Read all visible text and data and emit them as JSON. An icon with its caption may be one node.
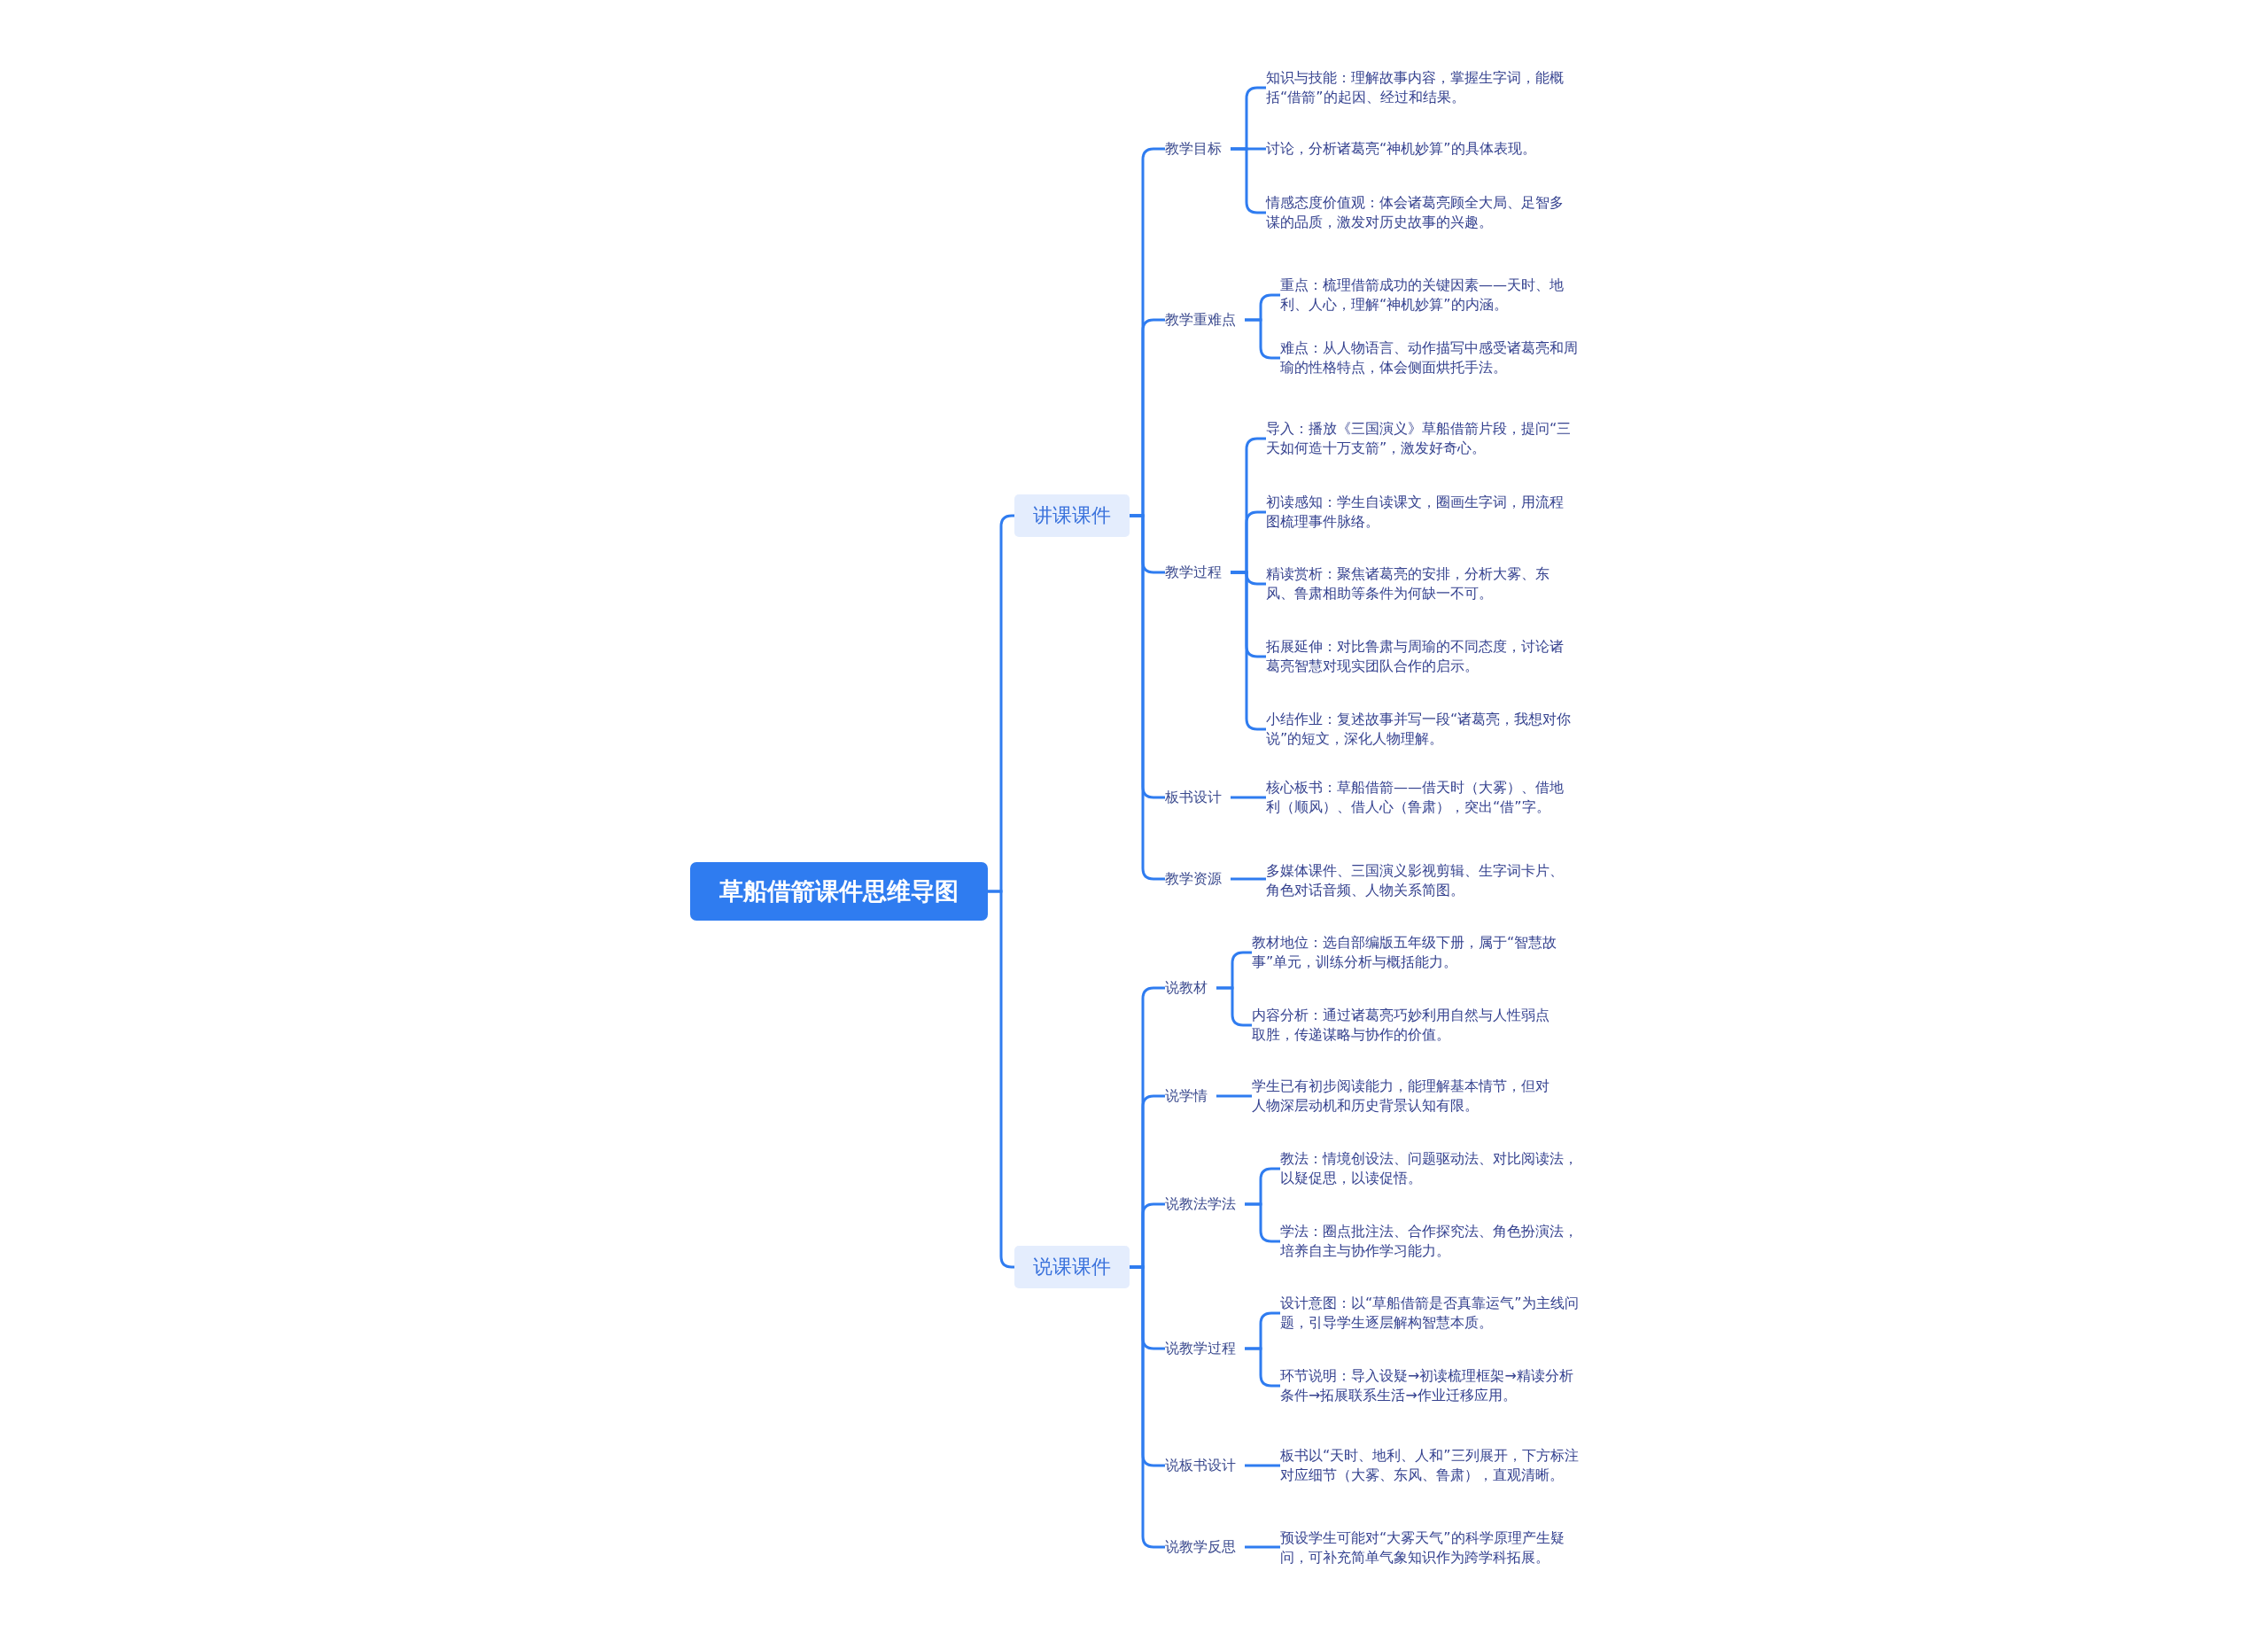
{
  "diagram": {
    "nodes": [
      {
        "text": [
          "草船借箭课件思维导图"
        ]
      },
      {
        "text": [
          "讲课课件"
        ]
      },
      {
        "text": [
          "教学目标"
        ]
      },
      {
        "text": [
          "知识与技能：理解故事内容，掌握生字词，能概括“借箭”的起因、经过和结果。"
        ]
      },
      {
        "text": [
          "讨论，分析诸葛亮“神机妙算”的具体表现。"
        ]
      },
      {
        "text": [
          "情感态度价值观：体会诸葛亮顾全大局、足智多谋的品质，激发对历史故事的兴趣。"
        ]
      },
      {
        "text": [
          "教学重难点"
        ]
      },
      {
        "text": [
          "重点：梳理借箭成功的关键因素——天时、地利、人心，理解“神机妙算”的内涵。"
        ]
      },
      {
        "text": [
          "难点：从人物语言、动作描写中感受诸葛亮和周瑜的性格特点，体会侧面烘托手法。"
        ]
      },
      {
        "text": [
          "教学过程"
        ]
      },
      {
        "text": [
          "导入：播放《三国演义》草船借箭片段，提问“三天如何造十万支箭”，激发好奇心。"
        ]
      },
      {
        "text": [
          "初读感知：学生自读课文，圈画生字词，用流程图梳理事件脉络。"
        ]
      },
      {
        "text": [
          "精读赏析：聚焦诸葛亮的安排，分析大雾、东风、鲁肃相助等条件为何缺一不可。"
        ]
      },
      {
        "text": [
          "拓展延伸：对比鲁肃与周瑜的不同态度，讨论诸葛亮智慧对现实团队合作的启示。"
        ]
      },
      {
        "text": [
          "小结作业：复述故事并写一段“诸葛亮，我想对你说”的短文，深化人物理解。"
        ]
      },
      {
        "text": [
          "板书设计"
        ]
      },
      {
        "text": [
          "核心板书：草船借箭——借天时（大雾）、借地利（顺风）、借人心（鲁肃），突出“借”字。"
        ]
      },
      {
        "text": [
          "教学资源"
        ]
      },
      {
        "text": [
          "多媒体课件、三国演义影视剪辑、生字词卡片、角色对话音频、人物关系简图。"
        ]
      },
      {
        "text": [
          "说课课件"
        ]
      },
      {
        "text": [
          "说教材"
        ]
      },
      {
        "text": [
          "教材地位：选自部编版五年级下册，属于“智慧故事”单元，训练分析与概括能力。"
        ]
      },
      {
        "text": [
          "内容分析：通过诸葛亮巧妙利用自然与人性弱点取胜，传递谋略与协作的价值。"
        ]
      },
      {
        "text": [
          "说学情"
        ]
      },
      {
        "text": [
          "学生已有初步阅读能力，能理解基本情节，但对人物深层动机和历史背景认知有限。"
        ]
      },
      {
        "text": [
          "说教法学法"
        ]
      },
      {
        "text": [
          "教法：情境创设法、问题驱动法、对比阅读法，以疑促思，以读促悟。"
        ]
      },
      {
        "text": [
          "学法：圈点批注法、合作探究法、角色扮演法，培养自主与协作学习能力。"
        ]
      },
      {
        "text": [
          "说教学过程"
        ]
      },
      {
        "text": [
          "设计意图：以“草船借箭是否真靠运气”为主线问题，引导学生逐层解构智慧本质。"
        ]
      },
      {
        "text": [
          "环节说明：导入设疑→初读梳理框架→精读分析条件→拓展联系生活→作业迁移应用。"
        ]
      },
      {
        "text": [
          "说板书设计"
        ]
      },
      {
        "text": [
          "板书以“天时、地利、人和”三列展开，下方标注对应细节（大雾、东风、鲁肃），直观清晰。"
        ]
      },
      {
        "text": [
          "说教学反思"
        ]
      },
      {
        "text": [
          "预设学生可能对“大雾天气”的科学原理产生疑问，可补充简单气象知识作为跨学科拓展。"
        ]
      }
    ],
    "edges": [
      {
        "from": 0,
        "to": 1,
        "arrow": "none"
      },
      {
        "from": 0,
        "to": 19,
        "arrow": "none"
      },
      {
        "from": 1,
        "to": 2,
        "arrow": "none"
      },
      {
        "from": 1,
        "to": 6,
        "arrow": "none"
      },
      {
        "from": 1,
        "to": 9,
        "arrow": "none"
      },
      {
        "from": 1,
        "to": 15,
        "arrow": "none"
      },
      {
        "from": 1,
        "to": 17,
        "arrow": "none"
      },
      {
        "from": 2,
        "to": 3,
        "arrow": "none"
      },
      {
        "from": 2,
        "to": 4,
        "arrow": "none"
      },
      {
        "from": 2,
        "to": 5,
        "arrow": "none"
      },
      {
        "from": 6,
        "to": 7,
        "arrow": "none"
      },
      {
        "from": 6,
        "to": 8,
        "arrow": "none"
      },
      {
        "from": 9,
        "to": 10,
        "arrow": "none"
      },
      {
        "from": 9,
        "to": 11,
        "arrow": "none"
      },
      {
        "from": 9,
        "to": 12,
        "arrow": "none"
      },
      {
        "from": 9,
        "to": 13,
        "arrow": "none"
      },
      {
        "from": 9,
        "to": 14,
        "arrow": "none"
      },
      {
        "from": 15,
        "to": 16,
        "arrow": "none"
      },
      {
        "from": 17,
        "to": 18,
        "arrow": "none"
      },
      {
        "from": 19,
        "to": 20,
        "arrow": "none"
      },
      {
        "from": 19,
        "to": 23,
        "arrow": "none"
      },
      {
        "from": 19,
        "to": 25,
        "arrow": "none"
      },
      {
        "from": 19,
        "to": 28,
        "arrow": "none"
      },
      {
        "from": 19,
        "to": 31,
        "arrow": "none"
      },
      {
        "from": 19,
        "to": 33,
        "arrow": "none"
      },
      {
        "from": 20,
        "to": 21,
        "arrow": "none"
      },
      {
        "from": 20,
        "to": 22,
        "arrow": "none"
      },
      {
        "from": 23,
        "to": 24,
        "arrow": "none"
      },
      {
        "from": 25,
        "to": 26,
        "arrow": "none"
      },
      {
        "from": 25,
        "to": 27,
        "arrow": "none"
      },
      {
        "from": 28,
        "to": 29,
        "arrow": "none"
      },
      {
        "from": 28,
        "to": 30,
        "arrow": "none"
      },
      {
        "from": 31,
        "to": 32,
        "arrow": "none"
      },
      {
        "from": 33,
        "to": 34,
        "arrow": "none"
      }
    ]
  }
}
